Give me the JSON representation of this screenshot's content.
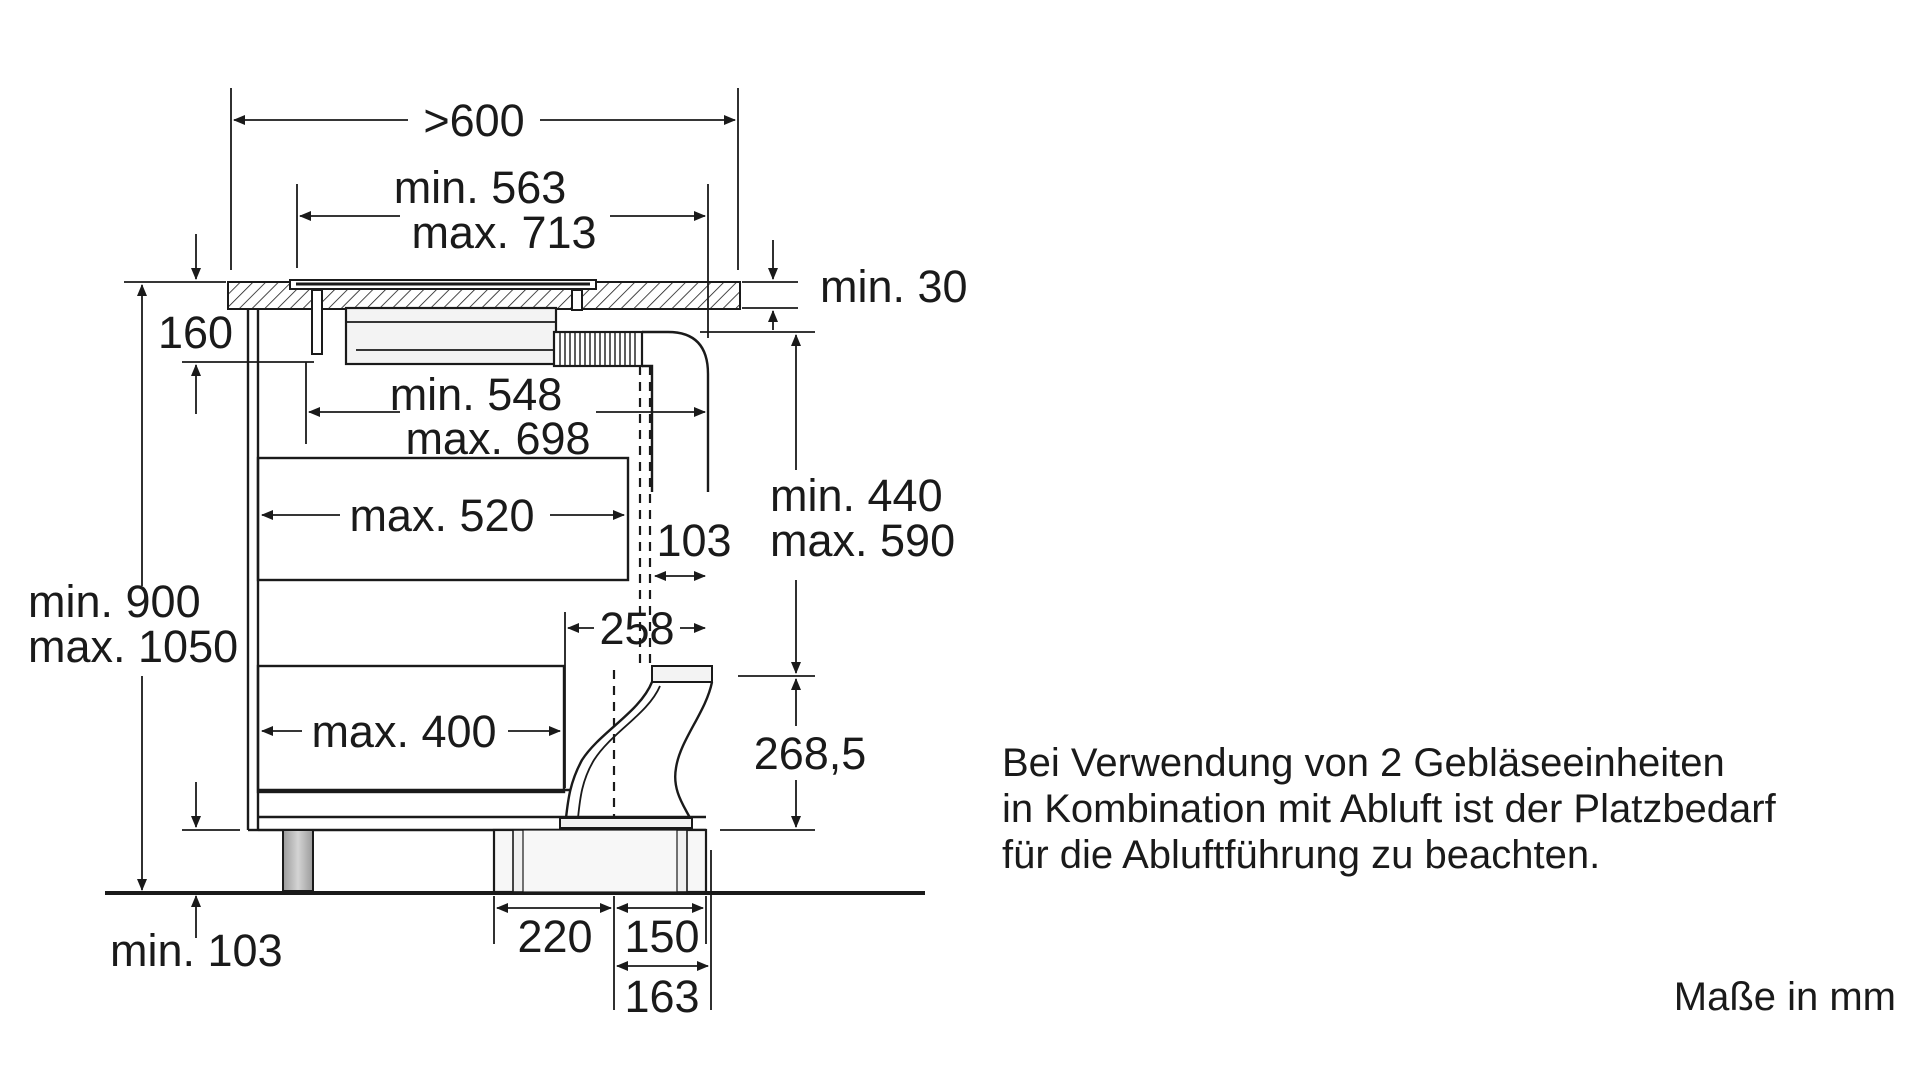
{
  "diagram": {
    "dimensions": {
      "overall_width": ">600",
      "cutout_width_min": "min. 563",
      "cutout_width_max": "max. 713",
      "worktop_thickness": "min. 30",
      "depth_160": "160",
      "inner_width_min": "min. 548",
      "inner_width_max": "max. 698",
      "drawer_upper": "max. 520",
      "duct_gap": "103",
      "height_side_min": "min. 440",
      "height_side_max": "max. 590",
      "duct_offset": "258",
      "cabinet_height_min": "min. 900",
      "cabinet_height_max": "max. 1050",
      "drawer_lower": "max. 400",
      "plinth_height": "268,5",
      "plinth_min": "min. 103",
      "bottom_220": "220",
      "bottom_150": "150",
      "bottom_163": "163"
    },
    "note": {
      "line1": "Bei Verwendung von 2 Gebläseeinheiten",
      "line2": "in Kombination mit Abluft ist der Platzbedarf",
      "line3": "für die Abluftführung zu beachten."
    },
    "units_label": "Maße in mm"
  }
}
